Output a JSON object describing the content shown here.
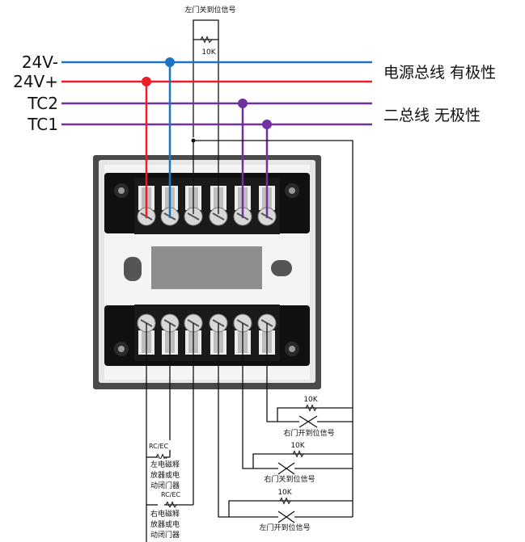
{
  "top_label": "左门关到位信号",
  "bus_labels": {
    "v24_neg": "24V-",
    "v24_pos": "24V+",
    "tc2": "TC2",
    "tc1": "TC1"
  },
  "bus_desc": {
    "power": "电源总线 有极性",
    "two_wire": "二总线 无极性"
  },
  "resistor_value": "10K",
  "right_signals": {
    "right_open": "右门开到位信号",
    "right_close": "右门关到位信号",
    "left_open": "左门开到位信号"
  },
  "left_devices": {
    "rc1": "RC/EC",
    "dev1": [
      "左电磁释",
      "放器或电",
      "动闭门器"
    ],
    "rc2": "RC/EC",
    "dev2": [
      "右电磁释",
      "放器或电",
      "动闭门器"
    ]
  },
  "colors": {
    "blue": "#1e74c0",
    "red": "#ee1c25",
    "purple": "#7030a0",
    "wire": "#111111"
  }
}
